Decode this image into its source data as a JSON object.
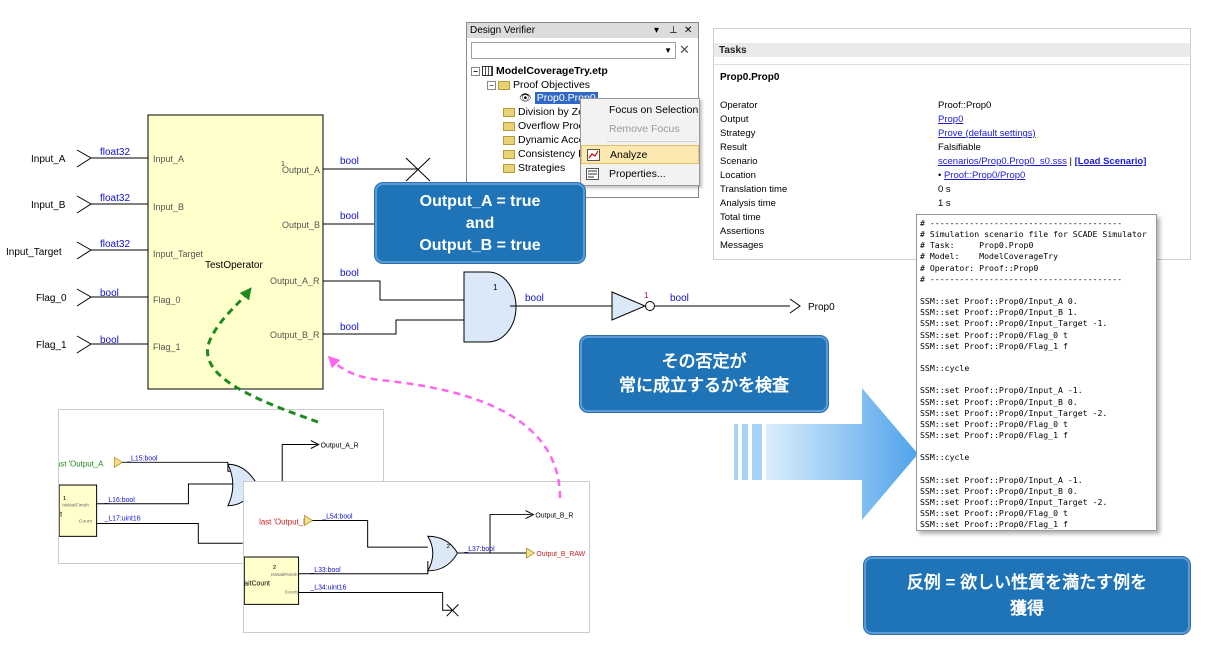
{
  "operator": {
    "name": "TestOperator",
    "inputs": [
      {
        "name": "Input_A",
        "type": "float32",
        "port": "Input_A"
      },
      {
        "name": "Input_B",
        "type": "float32",
        "port": "Input_B"
      },
      {
        "name": "Input_Target",
        "type": "float32",
        "port": "Input_Target"
      },
      {
        "name": "Flag_0",
        "type": "bool",
        "port": "Flag_0"
      },
      {
        "name": "Flag_1",
        "type": "bool",
        "port": "Flag_1"
      }
    ],
    "outputs": [
      {
        "port": "Output_A",
        "type": "bool"
      },
      {
        "port": "Output_B",
        "type": "bool"
      },
      {
        "port": "Output_A_R",
        "type": "bool"
      },
      {
        "port": "Output_B_R",
        "type": "bool"
      }
    ],
    "pin_number": "1"
  },
  "logic": {
    "and_label": "1",
    "and_out_type": "bool",
    "not_label": "1",
    "not_out_type": "bool",
    "output": "Prop0"
  },
  "design_verifier": {
    "title": "Design Verifier",
    "project": "ModelCoverageTry.etp",
    "tree": [
      "Proof Objectives",
      "Prop0.Prop0",
      "Division by Ze",
      "Overflow Proc",
      "Dynamic Acce",
      "Consistency F",
      "Strategies"
    ]
  },
  "context_menu": {
    "items": [
      "Focus on Selection",
      "Remove Focus",
      "Analyze",
      "Properties..."
    ]
  },
  "tasks": {
    "header": "Tasks",
    "subtitle": "Prop0.Prop0",
    "rows": [
      {
        "label": "Operator",
        "value": "Proof::Prop0"
      },
      {
        "label": "Output",
        "value": "Prop0"
      },
      {
        "label": "Strategy",
        "value": "Prove (default settings)"
      },
      {
        "label": "Result",
        "value": "Falsifiable"
      },
      {
        "label": "Scenario",
        "value": "scenarios/Prop0.Prop0_s0.sss",
        "extra": "[Load Scenario]"
      },
      {
        "label": "Location",
        "value": "Proof::Prop0/Prop0"
      },
      {
        "label": "Translation time",
        "value": "0 s"
      },
      {
        "label": "Analysis time",
        "value": "1 s"
      },
      {
        "label": "Total time",
        "value": ""
      },
      {
        "label": "Assertions",
        "value": ""
      },
      {
        "label": "Messages",
        "value": ""
      }
    ]
  },
  "script": {
    "text": "# ---------------------------------------\n# Simulation scenario file for SCADE Simulator\n# Task:     Prop0.Prop0\n# Model:    ModelCoverageTry\n# Operator: Proof::Prop0\n# ---------------------------------------\n\nSSM::set Proof::Prop0/Input_A 0.\nSSM::set Proof::Prop0/Input_B 1.\nSSM::set Proof::Prop0/Input_Target -1.\nSSM::set Proof::Prop0/Flag_0 t\nSSM::set Proof::Prop0/Flag_1 f\n\nSSM::cycle\n\nSSM::set Proof::Prop0/Input_A -1.\nSSM::set Proof::Prop0/Input_B 0.\nSSM::set Proof::Prop0/Input_Target -2.\nSSM::set Proof::Prop0/Flag_0 t\nSSM::set Proof::Prop0/Flag_1 f\n\nSSM::cycle\n\nSSM::set Proof::Prop0/Input_A -1.\nSSM::set Proof::Prop0/Input_B 0.\nSSM::set Proof::Prop0/Input_Target -2.\nSSM::set Proof::Prop0/Flag_0 t\nSSM::set Proof::Prop0/Flag_1 f"
  },
  "callouts": {
    "property": [
      "Output_A = true",
      "and",
      "Output_B = true"
    ],
    "negation": [
      "その否定が",
      "常に成立するかを検査"
    ],
    "counterexample": [
      "反例 = 欲しい性質を満たす例を",
      "獲得"
    ]
  },
  "sub1": {
    "last_input": "last 'Output_A",
    "wire1": "_L15:bool",
    "wire2": "_L16:bool",
    "wire3": "_L17:uint16",
    "block_num": "1",
    "block_pin1": "IsWaitFinish",
    "block_pin2": "Count",
    "block_name": "t",
    "output": "Output_A_R"
  },
  "sub2": {
    "last_input": "last 'Output_B",
    "wire1": "_L54:bool",
    "wire2": "_L33:bool",
    "wire3": "_L34:uint16",
    "wire4": "_L37:bool",
    "or_label": "2",
    "block_num": "2",
    "block_pin1": "IsWaitFinish",
    "block_pin2": "Count",
    "block_name": "aitCount",
    "output1": "Output_B_R",
    "output2": "Output_B_RAW"
  },
  "colors": {
    "operator_fill": "#ffffcc",
    "callout_fill": "#1f73b7",
    "wire": "#000000",
    "type_label": "#1010d0",
    "green_arrow": "#1f8a1f",
    "pink_arrow": "#ff66ee",
    "big_arrow": "#67b2ef"
  }
}
